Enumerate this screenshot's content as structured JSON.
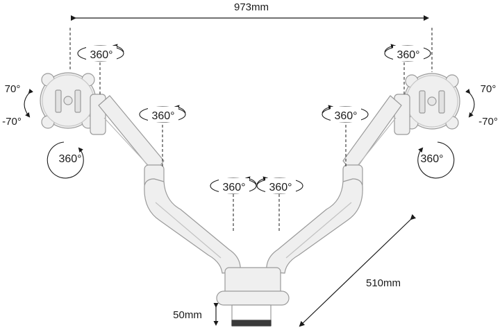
{
  "dimensions": {
    "width_span": "973mm",
    "reach": "510mm",
    "clamp_height": "50mm"
  },
  "rotations": {
    "top_left": "360°",
    "top_right": "360°",
    "arm_left": "360°",
    "arm_right": "360°",
    "center_left": "360°",
    "center_right": "360°",
    "screen_left": "360°",
    "screen_right": "360°"
  },
  "tilt": {
    "left_up": "70°",
    "left_down": "-70°",
    "right_up": "70°",
    "right_down": "-70°"
  },
  "colors": {
    "arm_fill": "#efefef",
    "arm_stroke": "#9a9a9a",
    "line": "#1a1a1a",
    "clamp_dark": "#3a3a3a"
  }
}
